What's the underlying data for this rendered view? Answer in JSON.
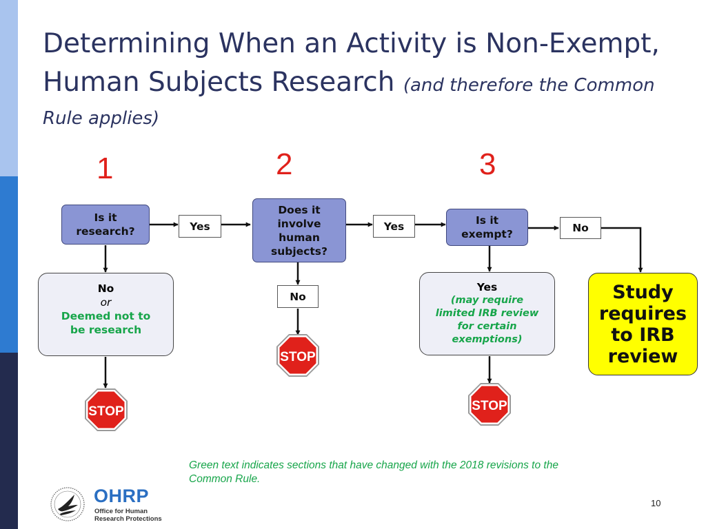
{
  "title": {
    "line1": "Determining When an Activity is Non-Exempt,",
    "line2": "Human Subjects Research",
    "note_part1": "(and therefore the Common",
    "note_part2": "Rule applies)"
  },
  "steps": [
    "1",
    "2",
    "3"
  ],
  "nodes": {
    "q1": [
      "Is it",
      "research?"
    ],
    "yes1": "Yes",
    "q2": [
      "Does it",
      "involve",
      "human",
      "subjects?"
    ],
    "yes2": "Yes",
    "q3": [
      "Is it",
      "exempt?"
    ],
    "no3": "No",
    "no2": "No",
    "result1": {
      "no": "No",
      "or": "or",
      "deemed": [
        "Deemed not to",
        "be research"
      ]
    },
    "result3": {
      "yes": "Yes",
      "detail": [
        "(may require",
        "limited IRB review",
        "for certain",
        "exemptions)"
      ]
    },
    "final": [
      "Study",
      "requires",
      "to IRB",
      "review"
    ]
  },
  "stop_sign_text": "STOP",
  "footnote": [
    "Green text indicates sections that have changed with the 2018 revisions to the",
    "Common Rule."
  ],
  "page_number": "10",
  "logo": {
    "name": "OHRP",
    "subtitle": [
      "Office for Human",
      "Research Protections"
    ]
  },
  "colors": {
    "title": "#2b3360",
    "step_number": "#e0211b",
    "question_fill": "#8a95d4",
    "changed_text": "#17a54a",
    "final_fill": "#ffff00",
    "stop": "#e0211b",
    "sidebar": [
      "#a9c4ee",
      "#2e7bd1",
      "#232b4e"
    ]
  }
}
